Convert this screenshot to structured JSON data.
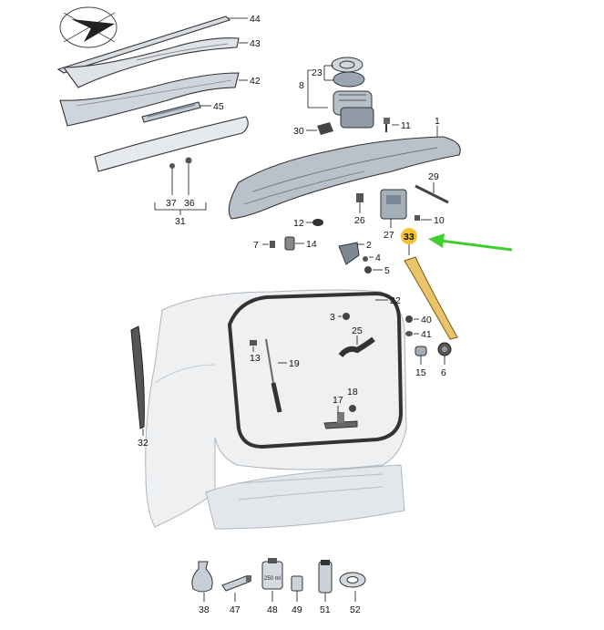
{
  "diagram": {
    "highlighted_part": "33",
    "highlight_color": "#f2c230",
    "arrow_color": "#3fcf2f",
    "part_numbers": {
      "p44": "44",
      "p43": "43",
      "p42": "42",
      "p45": "45",
      "p23": "23",
      "p8": "8",
      "p11": "11",
      "p1": "1",
      "p30": "30",
      "p37": "37",
      "p36": "36",
      "p31": "31",
      "p29": "29",
      "p12": "12",
      "p26": "26",
      "p27": "27",
      "p10": "10",
      "p33": "33",
      "p7": "7",
      "p14": "14",
      "p2": "2",
      "p4": "4",
      "p5": "5",
      "p22": "22",
      "p3": "3",
      "p40": "40",
      "p41": "41",
      "p25": "25",
      "p13": "13",
      "p19": "19",
      "p15": "15",
      "p6": "6",
      "p17": "17",
      "p18": "18",
      "p32": "32",
      "p38": "38",
      "p47": "47",
      "p48": "48",
      "p49": "49",
      "p51": "51",
      "p52": "52"
    },
    "labels": {
      "can_volume": "250 ml"
    }
  }
}
